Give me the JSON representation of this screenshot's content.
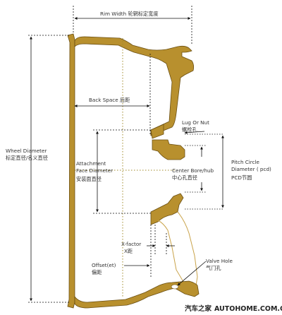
{
  "colors": {
    "rim_fill": "#b8902e",
    "rim_stroke": "#6b4f12",
    "spoke_stroke": "#c9a34a",
    "centerline": "#a08a2a",
    "dim_line": "#111111",
    "background": "#ffffff"
  },
  "labels": {
    "rim_width": "Rim Width 轮辋标定宽度",
    "back_space": "Back Space 后距",
    "lug_or_nut": "Lug Or Nut",
    "lug_or_nut_cn": "螺栓孔",
    "wheel_diameter": "Wheel Diameter",
    "wheel_diameter_cn": "标定直径/名义直径",
    "attachment_1": "Attachment",
    "attachment_2": "Face Diameter",
    "attachment_cn": "安装面直径",
    "center_bore": "Center Bore/hub",
    "center_bore_cn": "中心孔直径",
    "pcd_1": "Pitch Circle",
    "pcd_2": "Diameter ( pcd)",
    "pcd_cn": "PCD节圆",
    "x_factor": "X-factor",
    "x_factor_cn": "X距",
    "offset": "Offset(et)",
    "offset_cn": "偏距",
    "valve_hole": "Valve Hole",
    "valve_hole_cn": "气门孔"
  },
  "watermark": {
    "brand": "汽车之家",
    "site": "AUTOHOME.COM.CN"
  }
}
